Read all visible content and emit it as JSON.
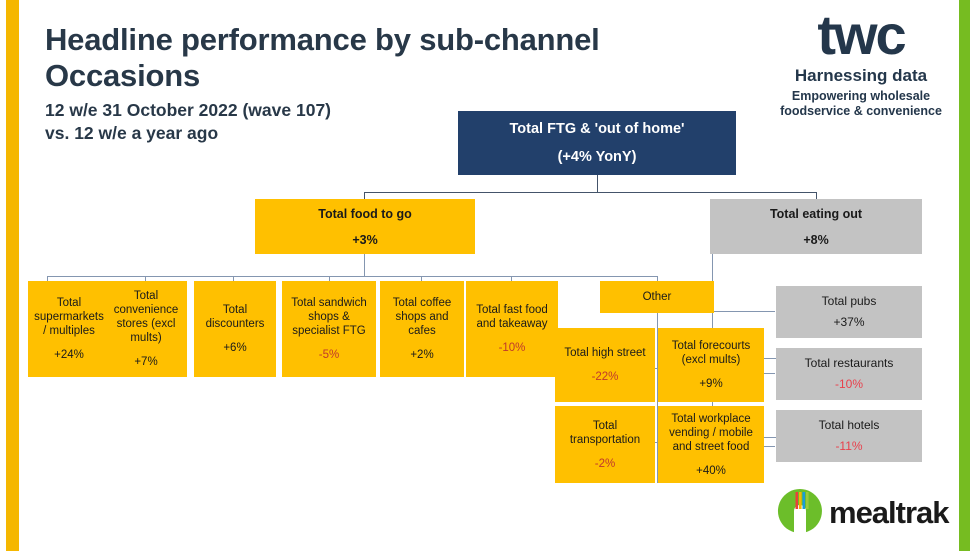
{
  "slide": {
    "title_line1": "Headline performance by sub-channel",
    "title_line2": "Occasions",
    "subtitle_line1": "12 w/e 31 October 2022 (wave 107)",
    "subtitle_line2": "vs. 12 w/e a year ago",
    "accent_left": "#F5B700",
    "accent_right": "#76BC21"
  },
  "twc_logo": {
    "wordmark": "twc",
    "tagline1": "Harnessing data",
    "tagline2_line1": "Empowering wholesale",
    "tagline2_line2": "foodservice & convenience"
  },
  "mealtrak_logo": {
    "wordmark": "mealtrak",
    "mark_name": "fork-in-green-circle-icon",
    "circle_color": "#6CBE2A",
    "bar_colors": [
      "#E8413C",
      "#F5B700",
      "#1B9CD8",
      "#9CC93B"
    ]
  },
  "chart_data": {
    "type": "tree",
    "title": "Headline performance by sub-channel Occasions",
    "subtitle": "12 w/e 31 October 2022 (wave 107) vs. 12 w/e a year ago",
    "metric": "Occasions % change Year on Year",
    "nodes": [
      {
        "id": "root",
        "label": "Total FTG & 'out of home'",
        "value": "(+4% YonY)",
        "numeric": 4,
        "style": "navy",
        "level": 1
      },
      {
        "id": "ftg",
        "label": "Total food to go",
        "value": "+3%",
        "numeric": 3,
        "style": "yellow",
        "level": 2,
        "parent": "root"
      },
      {
        "id": "eatingout",
        "label": "Total eating out",
        "value": "+8%",
        "numeric": 8,
        "style": "grey",
        "level": 2,
        "parent": "root"
      },
      {
        "id": "supermarkets",
        "label": "Total supermarkets / multiples",
        "value": "+24%",
        "numeric": 24,
        "style": "yellow",
        "level": 3,
        "parent": "ftg"
      },
      {
        "id": "convenience",
        "label": "Total convenience stores (excl mults)",
        "value": "+7%",
        "numeric": 7,
        "style": "yellow",
        "level": 3,
        "parent": "ftg"
      },
      {
        "id": "discounters",
        "label": "Total discounters",
        "value": "+6%",
        "numeric": 6,
        "style": "yellow",
        "level": 3,
        "parent": "ftg"
      },
      {
        "id": "sandwich",
        "label": "Total sandwich shops & specialist FTG",
        "value": "-5%",
        "numeric": -5,
        "style": "yellow",
        "level": 3,
        "parent": "ftg"
      },
      {
        "id": "coffee",
        "label": "Total coffee shops and cafes",
        "value": "+2%",
        "numeric": 2,
        "style": "yellow",
        "level": 3,
        "parent": "ftg"
      },
      {
        "id": "fastfood",
        "label": "Total fast food and takeaway",
        "value": "-10%",
        "numeric": -10,
        "style": "yellow",
        "level": 3,
        "parent": "ftg"
      },
      {
        "id": "other",
        "label": "Other",
        "value": "",
        "numeric": null,
        "style": "yellow",
        "level": 3,
        "parent": "ftg"
      },
      {
        "id": "highstreet",
        "label": "Total high street",
        "value": "-22%",
        "numeric": -22,
        "style": "yellow",
        "level": 4,
        "parent": "other"
      },
      {
        "id": "forecourts",
        "label": "Total forecourts (excl mults)",
        "value": "+9%",
        "numeric": 9,
        "style": "yellow",
        "level": 4,
        "parent": "other"
      },
      {
        "id": "transportation",
        "label": "Total transportation",
        "value": "-2%",
        "numeric": -2,
        "style": "yellow",
        "level": 4,
        "parent": "other"
      },
      {
        "id": "workplace",
        "label": "Total workplace vending / mobile and street food",
        "value": "+40%",
        "numeric": 40,
        "style": "yellow",
        "level": 4,
        "parent": "other"
      },
      {
        "id": "pubs",
        "label": "Total pubs",
        "value": "+37%",
        "numeric": 37,
        "style": "grey",
        "level": 3,
        "parent": "eatingout"
      },
      {
        "id": "restaurants",
        "label": "Total restaurants",
        "value": "-10%",
        "numeric": -10,
        "style": "grey",
        "level": 3,
        "parent": "eatingout"
      },
      {
        "id": "hotels",
        "label": "Total hotels",
        "value": "-11%",
        "numeric": -11,
        "style": "grey",
        "level": 3,
        "parent": "eatingout"
      }
    ],
    "colors": {
      "navy": "#22406B",
      "yellow": "#FFC000",
      "grey": "#C3C3C3",
      "negative_on_yellow": "#C0392B",
      "negative_on_grey": "#E8414C"
    }
  },
  "nodes": {
    "root": {
      "label": "Total FTG & 'out of home'",
      "value": "(+4% YonY)"
    },
    "ftg": {
      "label": "Total food to go",
      "value": "+3%"
    },
    "eatingout": {
      "label": "Total eating out",
      "value": "+8%"
    },
    "supermarkets": {
      "label_l1": "Total",
      "label_l2": "supermarkets",
      "label_l3": "/ multiples",
      "value": "+24%"
    },
    "convenience": {
      "label_l1": "Total",
      "label_l2": "convenience",
      "label_l3": "stores (excl",
      "label_l4": "mults)",
      "value": "+7%"
    },
    "discounters": {
      "label_l1": "Total",
      "label_l2": "discounters",
      "value": "+6%"
    },
    "sandwich": {
      "label_l1": "Total sandwich",
      "label_l2": "shops &",
      "label_l3": "specialist FTG",
      "value": "-5%"
    },
    "coffee": {
      "label_l1": "Total coffee",
      "label_l2": "shops and",
      "label_l3": "cafes",
      "value": "+2%"
    },
    "fastfood": {
      "label_l1": "Total fast food",
      "label_l2": "and takeaway",
      "value": "-10%"
    },
    "other": {
      "label": "Other"
    },
    "highstreet": {
      "label": "Total high street",
      "value": "-22%"
    },
    "forecourts": {
      "label_l1": "Total forecourts",
      "label_l2": "(excl mults)",
      "value": "+9%"
    },
    "transportation": {
      "label_l1": "Total",
      "label_l2": "transportation",
      "value": "-2%"
    },
    "workplace": {
      "label_l1": "Total workplace",
      "label_l2": "vending / mobile",
      "label_l3": "and street food",
      "value": "+40%"
    },
    "pubs": {
      "label": "Total pubs",
      "value": "+37%"
    },
    "restaurants": {
      "label": "Total restaurants",
      "value": "-10%"
    },
    "hotels": {
      "label": "Total hotels",
      "value": "-11%"
    }
  }
}
